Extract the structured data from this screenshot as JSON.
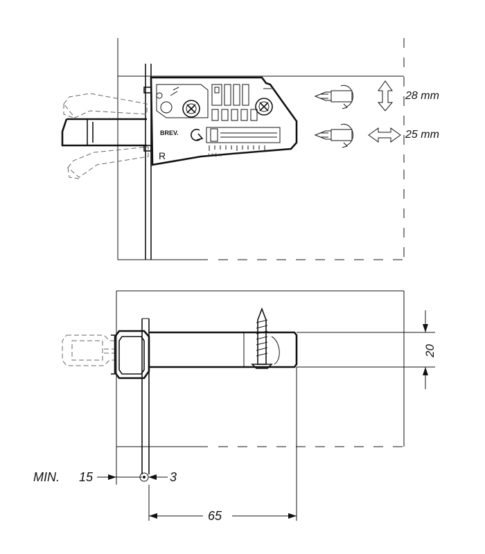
{
  "front_view": {
    "rotation_adjust_value": "28 mm",
    "slide_adjust_value": "25 mm",
    "housing_label": "BREV.",
    "side_marking": "R",
    "scale_marks": "1  0  5  ..."
  },
  "section_view": {
    "height_dimension": "20",
    "min_label": "MIN.",
    "min_value": "15",
    "panel_thickness": "3",
    "depth_dimension": "65"
  },
  "icons": [
    "screwdriver-icon",
    "rotate-arrow-icon",
    "vertical-double-arrow-icon",
    "horizontal-double-arrow-icon",
    "screw-icon"
  ]
}
